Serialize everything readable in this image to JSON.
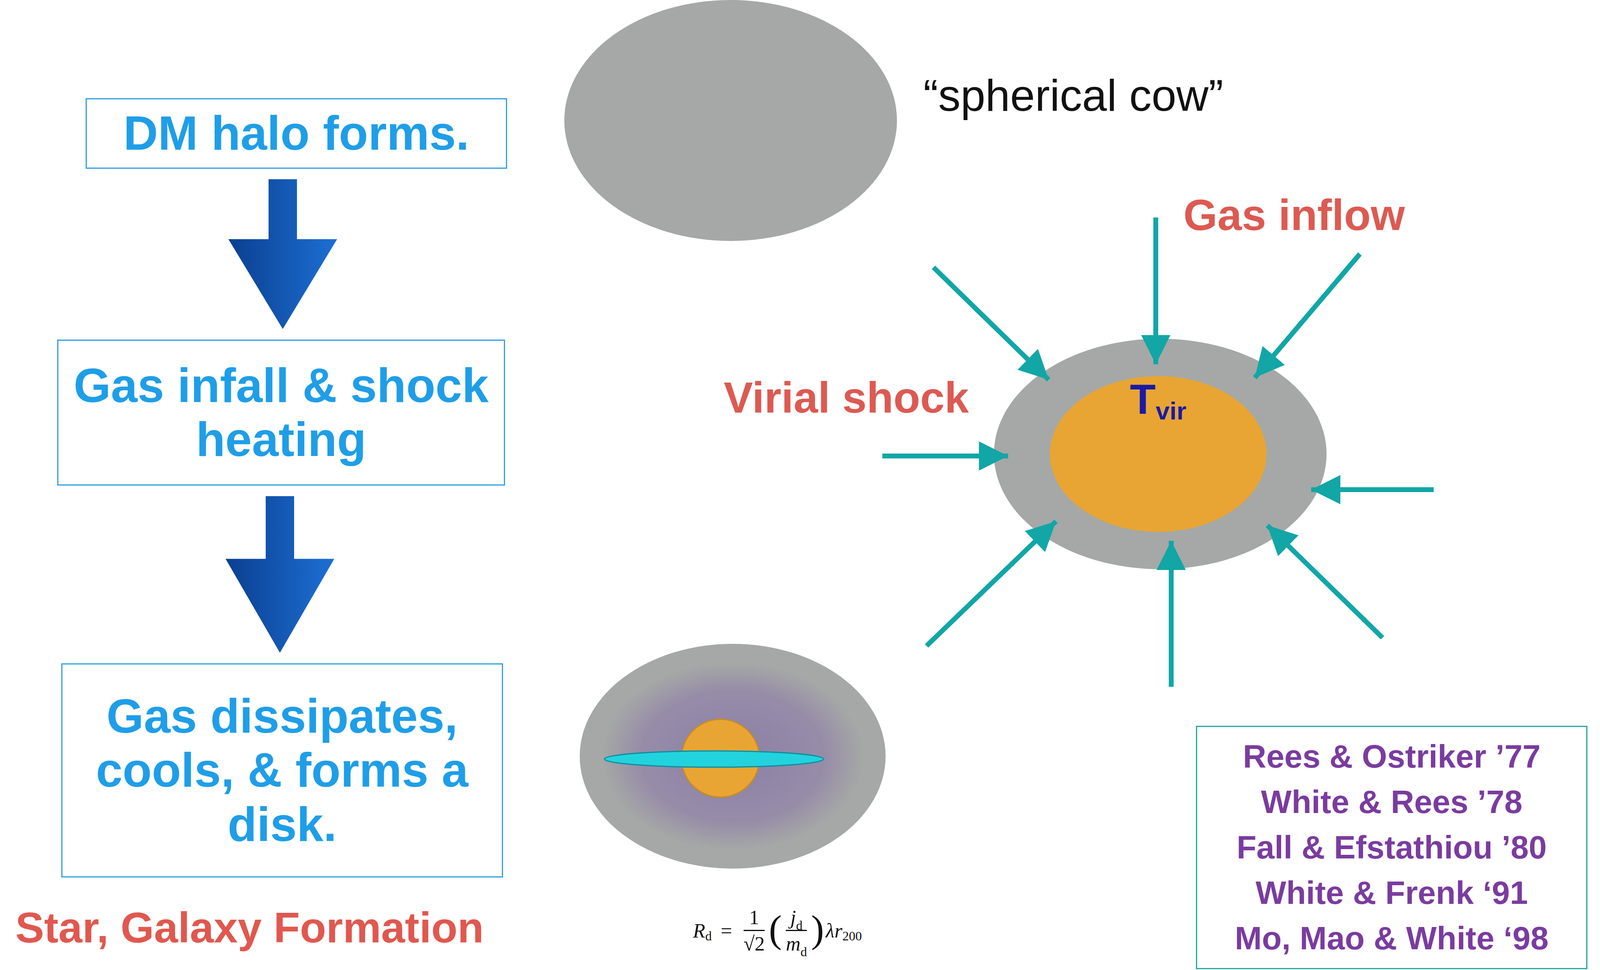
{
  "diagram": {
    "nodes": [
      {
        "text": [
          "DM halo forms."
        ]
      },
      {
        "text": [
          "Gas infall & shock heating"
        ]
      },
      {
        "text": [
          "Gas dissipates, cools, & forms a disk."
        ]
      },
      {
        "text": [
          "T",
          "vir"
        ]
      },
      {
        "text": [
          "Rees & Ostriker ’77",
          "White & Rees ’78",
          "Fall & Efstathiou ’80",
          "White & Frenk ‘91",
          "Mo, Mao & White ‘98"
        ]
      }
    ],
    "edges": [
      {
        "from": 0,
        "to": 1,
        "arrow": "to"
      },
      {
        "from": 1,
        "to": 2,
        "arrow": "to"
      }
    ],
    "labels": [
      "“spherical cow”",
      "Gas inflow",
      "Virial shock",
      "Star, Galaxy Formation",
      "R",
      "d",
      "=",
      "1",
      "√2",
      "(",
      "j",
      "d",
      "m",
      "d",
      ")",
      "λr",
      "200"
    ]
  }
}
